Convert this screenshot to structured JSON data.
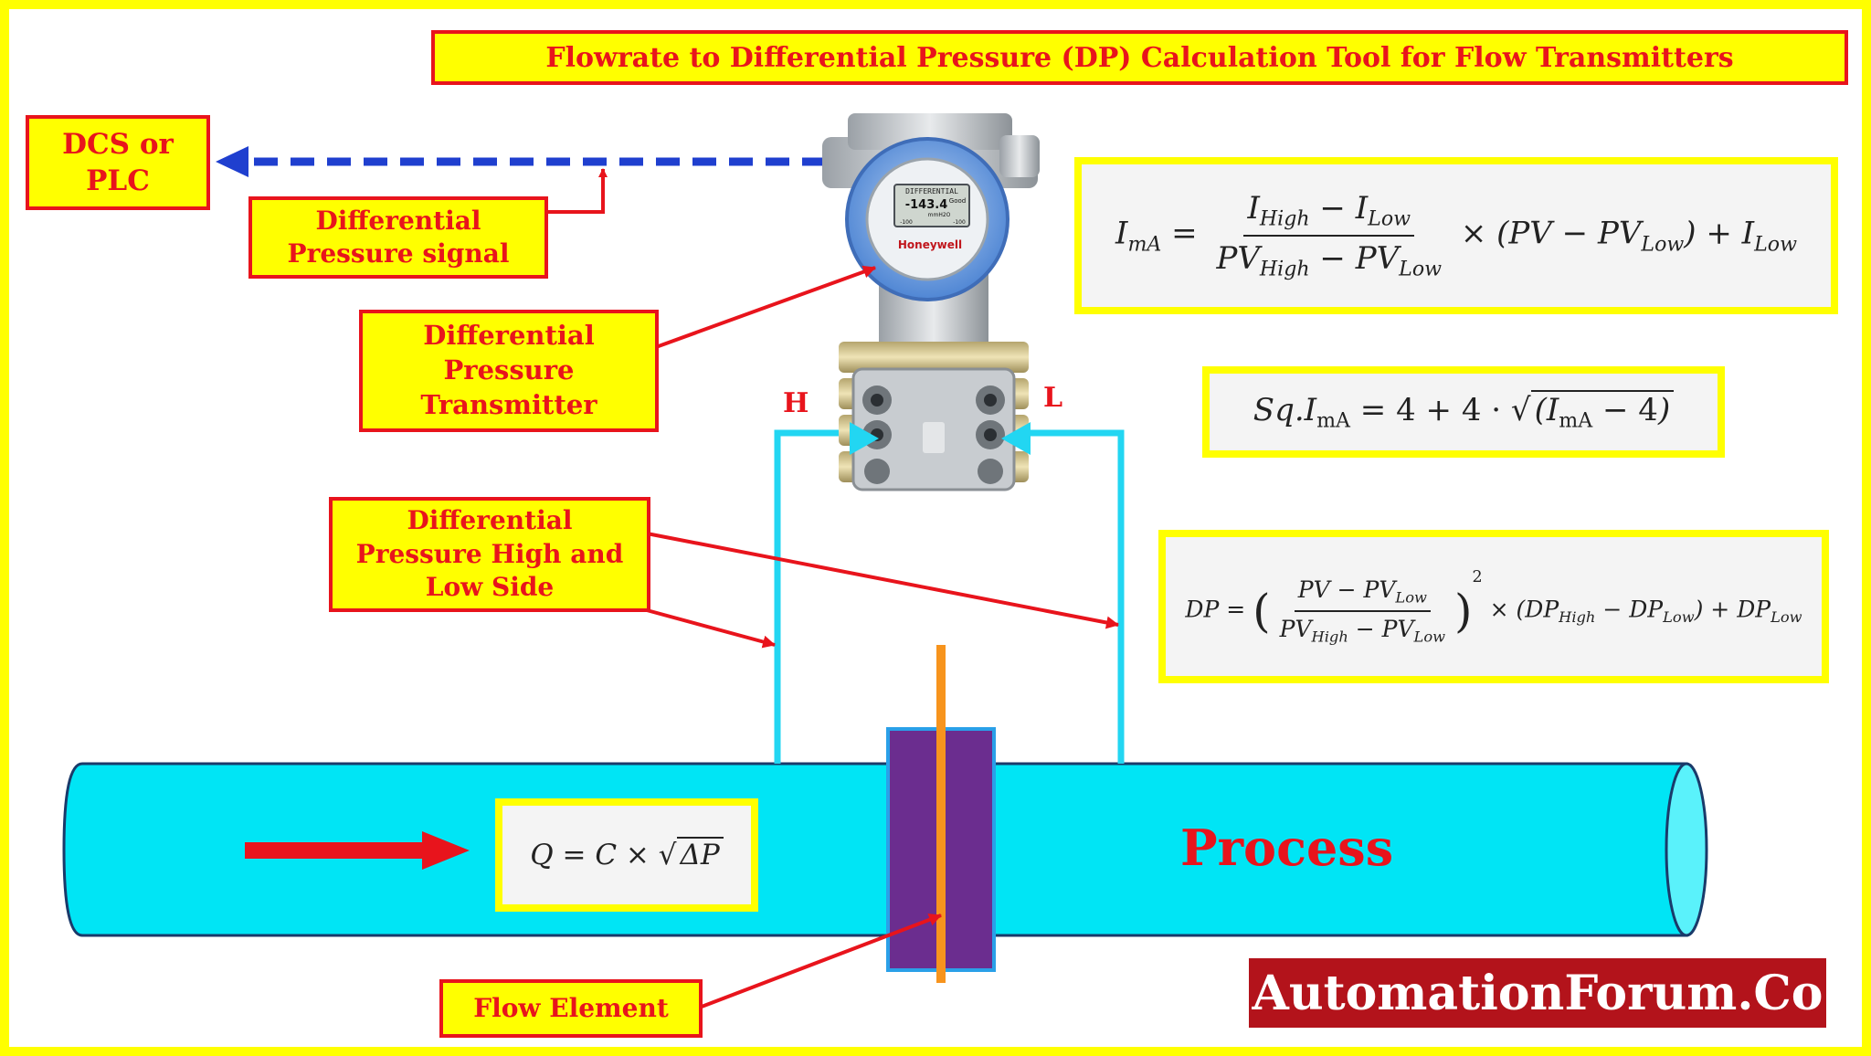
{
  "title": "Flowrate to Differential Pressure (DP) Calculation Tool for Flow Transmitters",
  "labels": {
    "dcs": "DCS or PLC",
    "dp_signal": "Differential Pressure signal",
    "dp_transmitter": "Differential Pressure Transmitter",
    "dp_sides": "Differential Pressure High and Low Side",
    "flow_element": "Flow Element",
    "high": "H",
    "low": "L",
    "process": "Process",
    "brand": "AutomationForum.Co"
  },
  "transmitter": {
    "brand": "Honeywell",
    "display_header": "DIFFERENTIAL",
    "display_value": "-143.4",
    "display_status": "Good",
    "display_unit": "mmH2O",
    "display_min": "-100",
    "display_max": "-100"
  },
  "formulas": {
    "current": {
      "lhs": "I",
      "lhs_sub": "mA",
      "num_a": "I",
      "num_a_sub": "High",
      "num_b": "I",
      "num_b_sub": "Low",
      "den_a": "PV",
      "den_a_sub": "High",
      "den_b": "PV",
      "den_b_sub": "Low",
      "tail_pv": "PV",
      "tail_pv_low": "PV",
      "tail_pv_low_sub": "Low",
      "tail_i": "I",
      "tail_i_sub": "Low"
    },
    "sqrt_current": {
      "lhs": "Sq.I",
      "lhs_sub": "mA",
      "rhs_const": "4 + 4 ·",
      "rad_i": "I",
      "rad_i_sub": "mA",
      "rad_tail": "− 4"
    },
    "dp": {
      "lhs": "DP",
      "num_a": "PV",
      "num_b": "PV",
      "num_b_sub": "Low",
      "den_a": "PV",
      "den_a_sub": "High",
      "den_b": "PV",
      "den_b_sub": "Low",
      "exp": "2",
      "t1": "DP",
      "t1_sub": "High",
      "t2": "DP",
      "t2_sub": "Low",
      "t3": "DP",
      "t3_sub": "Low"
    },
    "flow": {
      "lhs": "Q",
      "rhs": "C ×",
      "rad": "ΔP"
    }
  },
  "colors": {
    "frame": "#ffff00",
    "label_border": "#e8141c",
    "signal_line": "#1f3fcf",
    "impulse_line": "#22d6f2",
    "pipe": "#00e5f5",
    "flow_element": "#6b2d8f",
    "orifice_plate": "#f7941d",
    "brand_bg": "#b3131b"
  }
}
